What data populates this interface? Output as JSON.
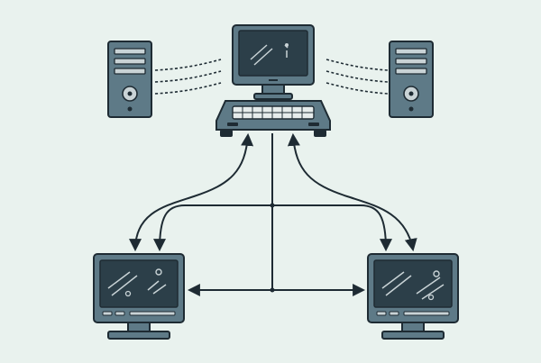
{
  "diagram": {
    "palette": {
      "background": "#e9f2ee",
      "outline": "#1e2b33",
      "body": "#5e7a87",
      "body_light": "#c9d3d6",
      "screen": "#2c3f49",
      "screen_inner": "#3b525d",
      "connector": "#1e2b33",
      "keys": "#e6ecec"
    },
    "nodes": [
      {
        "id": "server-left",
        "kind": "tower",
        "icon": "server-tower-icon"
      },
      {
        "id": "server-right",
        "kind": "tower",
        "icon": "server-tower-icon"
      },
      {
        "id": "central-computer",
        "kind": "monitor",
        "icon": "monitor-icon"
      },
      {
        "id": "central-hub",
        "kind": "keyboard-hub",
        "icon": "keyboard-hub-icon"
      },
      {
        "id": "client-left",
        "kind": "monitor",
        "icon": "monitor-icon"
      },
      {
        "id": "client-right",
        "kind": "monitor",
        "icon": "monitor-icon"
      }
    ],
    "connections": [
      {
        "from": "central-hub",
        "to": "client-left",
        "arrows": "both"
      },
      {
        "from": "central-hub",
        "to": "client-right",
        "arrows": "both"
      },
      {
        "from": "client-left",
        "to": "client-right",
        "arrows": "both"
      },
      {
        "from": "server-left",
        "to": "central-computer",
        "style": "wireless"
      },
      {
        "from": "server-right",
        "to": "central-computer",
        "style": "wireless"
      }
    ]
  }
}
